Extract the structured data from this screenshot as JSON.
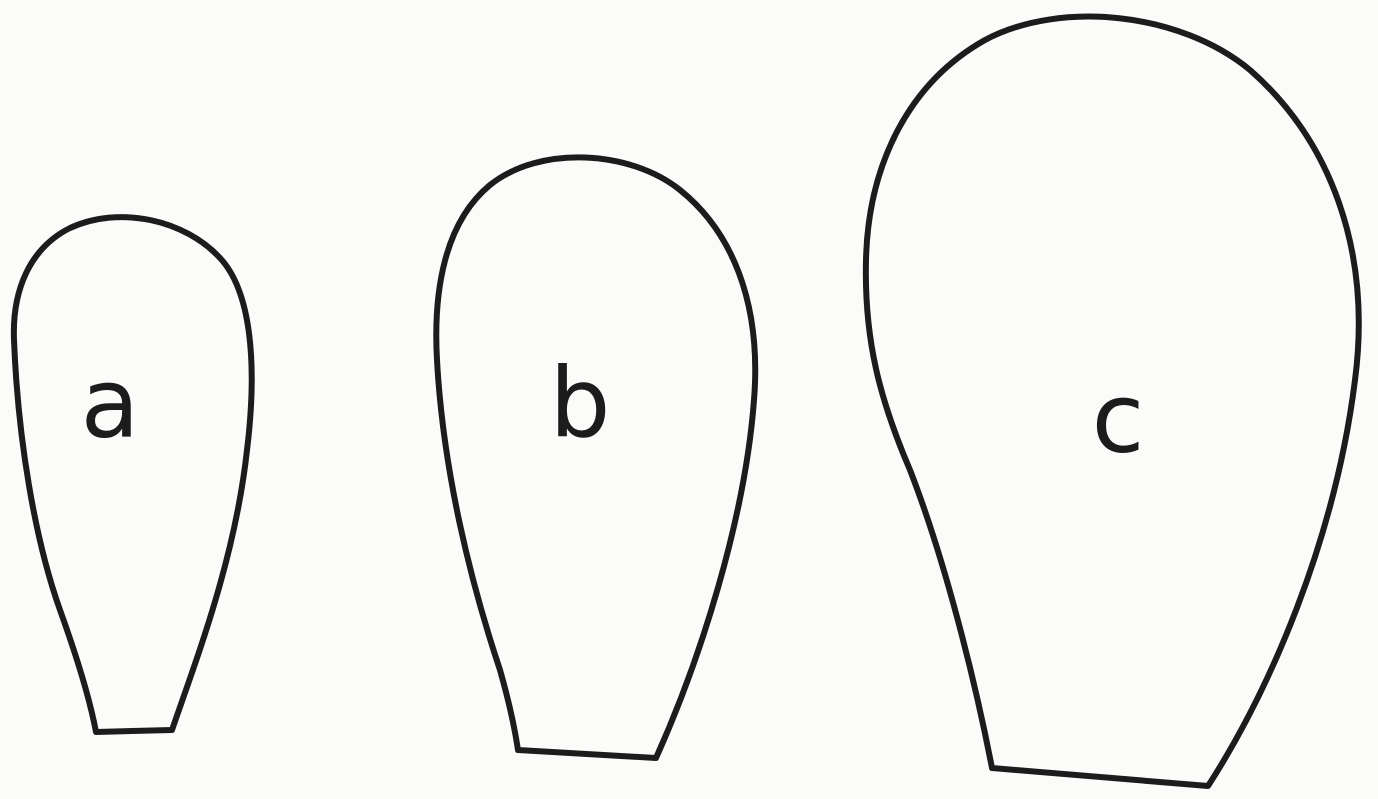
{
  "shapes": [
    {
      "id": "a",
      "label": "a"
    },
    {
      "id": "b",
      "label": "b"
    },
    {
      "id": "c",
      "label": "c"
    }
  ],
  "colors": {
    "background": "#fbfbfa",
    "stroke": "#1c1c1c"
  }
}
